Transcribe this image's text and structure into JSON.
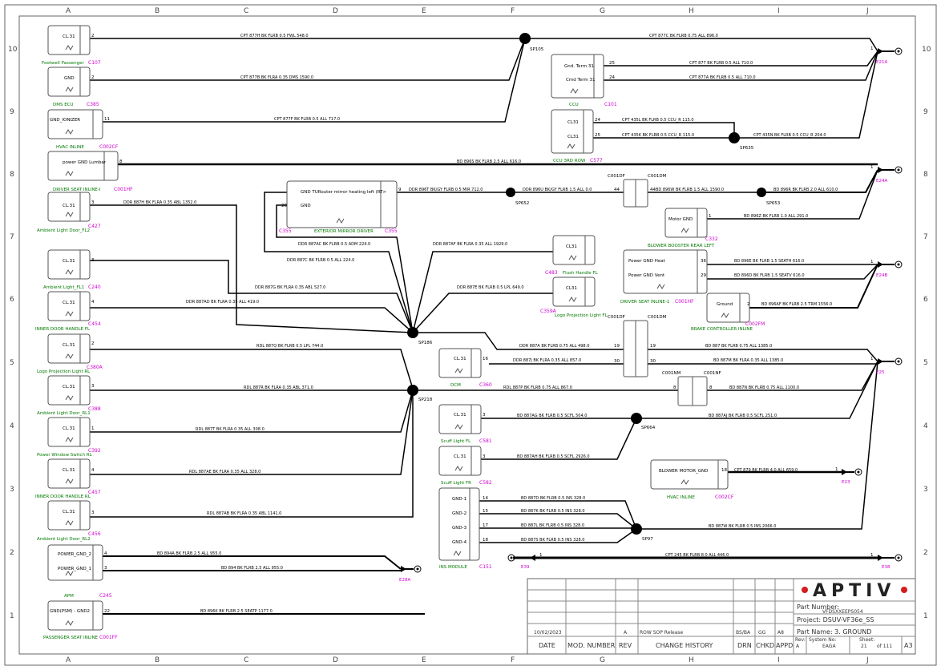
{
  "title_block": {
    "logo": "APTIV",
    "part_number_label": "Part Number:",
    "part_number": "VFDSXXEEPS054",
    "project": "Project: DSUV-VF36e_SS",
    "part_name": "Part Name: 3. GROUND",
    "date": "10/02/2023",
    "rev": "A",
    "change": "ROW SOP Release",
    "drn": "BS/BA",
    "chkd": "GG",
    "appd": "A8",
    "h_date": "DATE",
    "h_mod": "MOD. NUMBER",
    "h_rev": "REV",
    "h_change": "CHANGE HISTORY",
    "h_drn": "DRN",
    "h_chkd": "CHKD",
    "h_appd": "APPD",
    "rev_label": "Rev:",
    "rev_val": "A",
    "sysno_label": "System No:",
    "sysno_val": "EAGA",
    "sheet_label": "Sheet:",
    "sheet_val": "21",
    "sheet_of": "of 111",
    "size": "A3"
  },
  "grid": {
    "cols": [
      "A",
      "B",
      "C",
      "D",
      "E",
      "F",
      "G",
      "H",
      "I",
      "J"
    ],
    "rows": [
      "10",
      "9",
      "8",
      "7",
      "6",
      "5",
      "4",
      "3",
      "2",
      "1"
    ]
  },
  "components": [
    {
      "n": "Footwell Passenger",
      "c": "C107"
    },
    {
      "n": "DMS ECU",
      "c": "C385"
    },
    {
      "n": "HVAC INLINE",
      "c": "C002CF"
    },
    {
      "n": "DRIVER SEAT INLINE-I",
      "c": "C001HF"
    },
    {
      "n": "Ambient Light Door_FL2",
      "c": "C427"
    },
    {
      "n": "Ambient Light_FL1",
      "c": "C240"
    },
    {
      "n": "INNER DOOR HANDLE FL",
      "c": "C454"
    },
    {
      "n": "Logo Projection Light RL",
      "c": "C380A"
    },
    {
      "n": "Ambient Light Door_RL1",
      "c": "C388"
    },
    {
      "n": "Power Window Switch RL",
      "c": "C392"
    },
    {
      "n": "INNER DOOR HANDLE RL",
      "c": "C457"
    },
    {
      "n": "Ambient Light Door_RL2",
      "c": "C456"
    },
    {
      "n": "APM",
      "c": "C245"
    },
    {
      "n": "PASSENGER SEAT INLINE",
      "c": "C001FF"
    },
    {
      "n": "EXTERIOR MIRROR DRIVER",
      "c": "C355"
    },
    {
      "n": "CCU",
      "c": "C101"
    },
    {
      "n": "CCU 3RD ROW",
      "c": "C577"
    },
    {
      "n": "BLOWER BOOSTER REAR LEFT",
      "c": "C332"
    },
    {
      "n": "Flush Handle FL",
      "c": "C483"
    },
    {
      "n": "Logo Projection Light FL",
      "c": "C359A"
    },
    {
      "n": "DRIVER SEAT INLINE-1",
      "c": "C001HF"
    },
    {
      "n": "BRAKE CONTROLLER INLINE",
      "c": "C002FM"
    },
    {
      "n": "DCM",
      "c": "C360"
    },
    {
      "n": "Scuff Light FL",
      "c": "C581"
    },
    {
      "n": "Scuff Light FR",
      "c": "C582"
    },
    {
      "n": "HVAC INLINE",
      "c": "C002CF"
    },
    {
      "n": "INS MODULE",
      "c": "C151"
    }
  ],
  "pins": {
    "cl31": "CL.31",
    "gnd": "GND",
    "gnd_ionizer": "GND_IONIZER",
    "power_gnd_lumbar": "power GND Lumbar",
    "gnd_term31": "Gnd. Term 31",
    "cmd_term31": "Cmd Term 31",
    "cl31s": "CL31",
    "mirror_heat": "GND TURouter mirror heating left (RT>",
    "motor_gnd": "Motor GND",
    "pwr_gnd_heat": "Power GND Heat",
    "pwr_gnd_vent": "Power GND Vent",
    "ground": "Ground",
    "power_gnd2": "POWER_GND_2",
    "power_gnd1": "POWER_GND_1",
    "gnd_psm": "GND(PSM) - GND2",
    "blower_motor_gnd": "BLOWER MOTOR_GND",
    "gnd1": "GND-1",
    "gnd2": "GND-2",
    "gnd3": "GND-3",
    "gnd4": "GND-4"
  },
  "pinnums": [
    "2",
    "2",
    "11",
    "8",
    "3",
    "3",
    "4",
    "2",
    "3",
    "1",
    "4",
    "3",
    "4",
    "3",
    "22",
    "9",
    "20",
    "25",
    "24",
    "24",
    "25",
    "1",
    "36",
    "29",
    "2",
    "16",
    "3",
    "3",
    "18",
    "14",
    "15",
    "17",
    "18",
    "44",
    "44",
    "19",
    "19",
    "30",
    "30",
    "8",
    "8",
    "1",
    "1",
    "1",
    "1",
    "1",
    "1",
    "1"
  ],
  "splices": [
    "SP105",
    "SP635",
    "SP652",
    "SP653",
    "SP186",
    "SP218",
    "SP664",
    "SP97"
  ],
  "inlines": [
    "C001DF",
    "C001DM",
    "C001DF",
    "C001DM",
    "C001NM",
    "C001NF"
  ],
  "grounds": [
    "E21A",
    "E24A",
    "E24B",
    "E25",
    "E23",
    "E28A",
    "E38",
    "E39"
  ],
  "wires": [
    "CPT 877H BK FLRB 0.5 FWL 548.0",
    "CPT 877B BK FLRA 0.35 DMS 1590.0",
    "CPT 877F BK FLRB 0.5 ALL 717.0",
    "BD 896S BK FLRB 2.5 ALL 616.0",
    "CPT 877C BK FLRB 0.75 ALL 896.0",
    "CPT 877 BK FLRB 0.5 ALL 710.0",
    "CPT 877A BK FLRB 0.5 ALL 710.0",
    "CPT 435L BK FLRB 0.5 CCU_R 115.0",
    "CPT 435K BK FLRB 0.5 CCU_R 115.0",
    "CPT 435N BK FLRB 0.5 CCU_R 204.0",
    "DDR 896T BK/GY FLRB 0.5 MIR 712.0",
    "DDR 896U BK/GY FLRB 1.5 ALL 0.0",
    "BD 896W BK FLRB 1.5 ALL 1590.0",
    "BD 896R BK FLRB 2.0 ALL 610.0",
    "BD 896Z BK FLRB 1.0 ALL 291.0",
    "DDR 887H BK FLRA 0.35 ABL 1352.0",
    "DDR 887AC BK FLRB 0.5 ADM 224.0",
    "DDR 887C BK FLRB 0.5 ALL 224.0",
    "DDR 887AF BK FLRA 0.35 ALL 1929.0",
    "DDR 887G BK FLRA 0.35 ABL 527.0",
    "DDR 887E BK FLRB 0.5 LPL 649.0",
    "DDR 887AD BK FLRA 0.35 ALL 419.0",
    "BD 896E BK FLRB 1.5 SEATH 616.0",
    "BD 896D BK FLRB 1.5 SEATV 616.0",
    "BD 896AF BK FLRB 2.5 TRM 1556.0",
    "DDR 887A BK FLRB 0.75 ALL 498.0",
    "BD 887 BK FLRB 0.75 ALL 1385.0",
    "DDR 887J BK FLRA 0.35 ALL 857.0",
    "BD 887M BK FLRA 0.35 ALL 1385.0",
    "RDL 887Q BK FLRB 0.5 LPL 744.0",
    "RDL 887R BK FLRA 0.35 ABL 371.0",
    "RDL 887P BK FLRB 0.75 ALL 867.0",
    "BD 887N BK FLRB 0.75 ALL 1100.0",
    "RDL 887T BK FLRA 0.35 ALL 308.0",
    "BD 887AG BK FLRB 0.5 SCFL 504.0",
    "BD 887AJ BK FLRB 0.5 SCFL 251.0",
    "RDL 887AE BK FLRA 0.35 ALL 328.0",
    "BD 887AH BK FLRB 0.5 SCFL 2926.0",
    "CPT 879 BK FLRB 4.0 ALL 659.0",
    "RDL 887AB BK FLRA 0.35 ABL 1141.0",
    "BD 887D BK FLRB 0.5 INS 328.0",
    "BD 887K BK FLRB 0.5 INS 328.0",
    "BD 887L BK FLRB 0.5 INS 328.0",
    "BD 887S BK FLRB 0.5 INS 328.0",
    "BD 887W BK FLRB 0.5 INS 2066.0",
    "BD 894A BK FLRB 2.5 ALL 955.0",
    "BD 894 BK FLRB 2.5 ALL 955.0",
    "CPT 245 BK FLRB 8.0 ALL 446.0",
    "BD 896K BK FLRB 2.5 SEATP 1177.0"
  ],
  "colors": {
    "wire": "#000000",
    "connector_id": "#d000d0",
    "device_name": "#007a00",
    "logo_red": "#d21e1e"
  }
}
